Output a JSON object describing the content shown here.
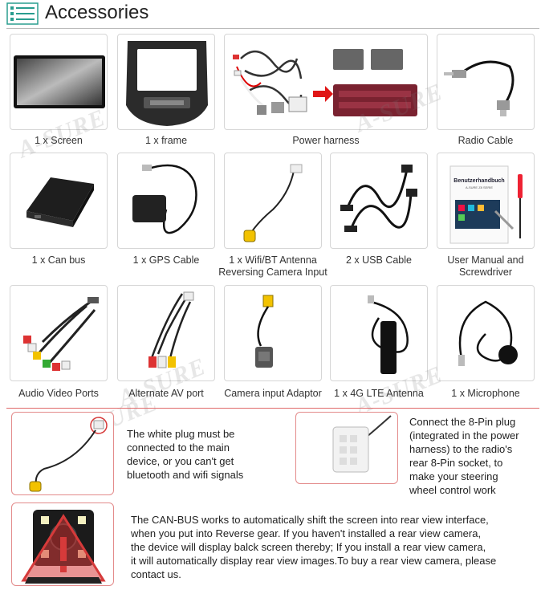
{
  "header": {
    "title": "Accessories",
    "icon": "list-icon"
  },
  "items": [
    {
      "caption": "1 x Screen"
    },
    {
      "caption": "1 x frame"
    },
    {
      "caption": "Power harness"
    },
    {
      "caption": "Radio Cable"
    },
    {
      "caption": "1 x Can bus"
    },
    {
      "caption": "1 x GPS Cable"
    },
    {
      "caption_line1": "1 x Wifi/BT Antenna",
      "caption_line2": "Reversing Camera Input"
    },
    {
      "caption": "2 x USB Cable"
    },
    {
      "caption_line1": "User Manual and",
      "caption_line2": "Screwdriver"
    },
    {
      "caption": "Audio Video Ports"
    },
    {
      "caption": "Alternate AV port"
    },
    {
      "caption": "Camera input Adaptor"
    },
    {
      "caption": "1 x 4G LTE Antenna"
    },
    {
      "caption": "1 x Microphone"
    }
  ],
  "manual": {
    "title": "Benutzerhandbuch",
    "subtitle": "A-SURE Z8 SERIE"
  },
  "watermark": "A-SURE",
  "notes": {
    "white_plug": [
      "The white plug must be",
      "connected to the main",
      "device, or you can't get",
      "bluetooth and wifi signals"
    ],
    "eight_pin": [
      "Connect the 8-Pin plug",
      "(integrated in the power",
      "harness) to the radio's",
      "rear 8-Pin socket, to",
      "make your steering",
      "wheel control work"
    ],
    "canbus": [
      "The CAN-BUS works to automatically shift the screen into rear view interface,",
      "when you put into Reverse gear. If you haven't installed a rear view camera,",
      "the device will display balck screen thereby; If you install a rear view camera,",
      "it will automatically display rear view images.To buy a rear view camera, please",
      "contact us."
    ]
  },
  "colors": {
    "accent_red": "#d63a3a",
    "card_border": "#d6d6d6",
    "connector_yellow": "#f2c200",
    "header_icon": "#2a9d8f"
  }
}
